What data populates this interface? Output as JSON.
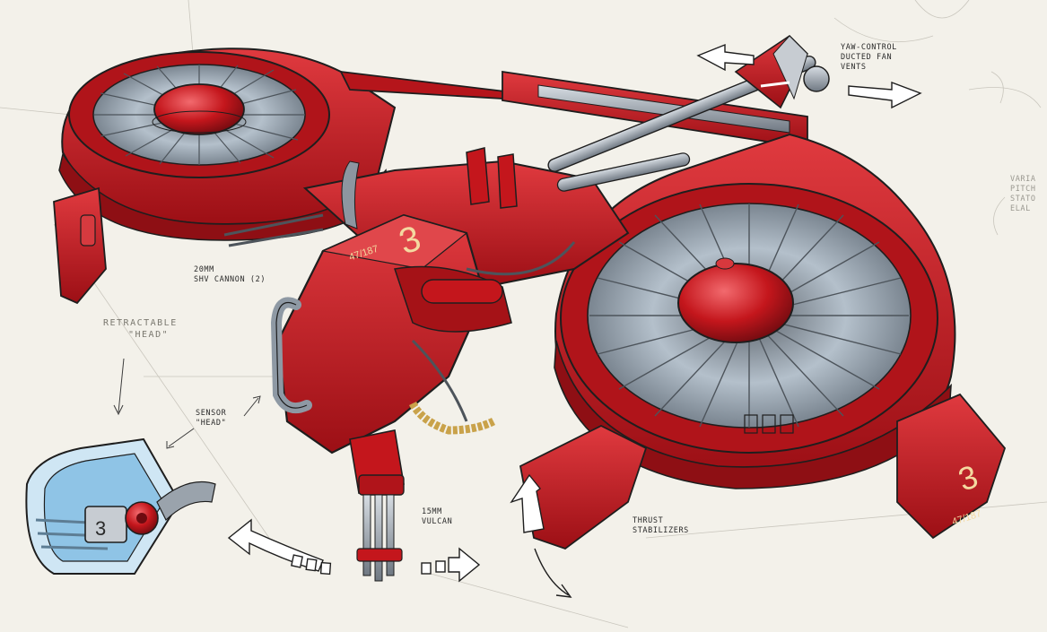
{
  "colors": {
    "paper": "#f3f1ea",
    "hull_red": "#c4161c",
    "hull_dark": "#7e0d12",
    "hull_light": "#e8474b",
    "steel": "#8d96a0",
    "fan_blue": "#aeb9c4",
    "ink": "#1e1e1e",
    "brass": "#c9a24a",
    "sensor_blue": "#8fc4e6"
  },
  "hull": {
    "unit_number": "3",
    "serial": "47/187"
  },
  "sensor_head": {
    "unit_number": "3"
  },
  "annotations": {
    "yaw_control": [
      "YAW-CONTROL",
      "DUCTED FAN",
      "VENTS"
    ],
    "variable_pitch": [
      "VARIA",
      "PITCH",
      "STATO",
      "ELAL"
    ],
    "cannon": [
      "20MM",
      "SHV CANNON (2)"
    ],
    "retractable": [
      "RETRACTABLE",
      "\"HEAD\""
    ],
    "sensor": [
      "SENSOR",
      "\"HEAD\""
    ],
    "vulcan": [
      "15MM",
      "VULCAN"
    ],
    "thrust": [
      "THRUST",
      "STABILIZERS"
    ]
  }
}
